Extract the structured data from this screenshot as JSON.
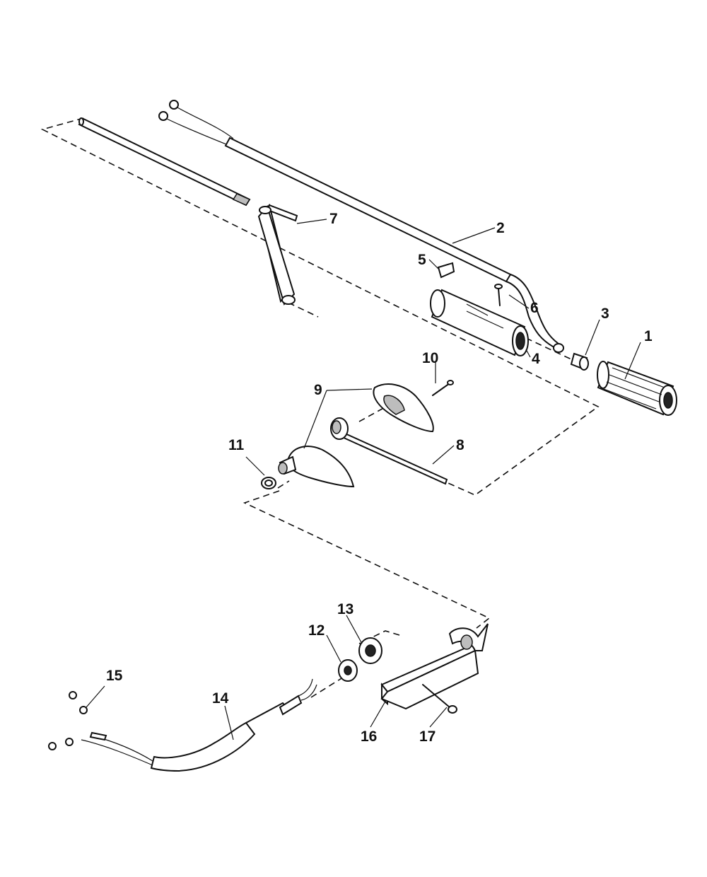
{
  "diagram": {
    "callouts": [
      {
        "id": "1",
        "text": "1"
      },
      {
        "id": "2",
        "text": "2"
      },
      {
        "id": "3",
        "text": "3"
      },
      {
        "id": "4",
        "text": "4"
      },
      {
        "id": "5",
        "text": "5"
      },
      {
        "id": "6",
        "text": "6"
      },
      {
        "id": "7",
        "text": "7"
      },
      {
        "id": "8",
        "text": "8"
      },
      {
        "id": "9",
        "text": "9"
      },
      {
        "id": "10",
        "text": "10"
      },
      {
        "id": "11",
        "text": "11"
      },
      {
        "id": "12",
        "text": "12"
      },
      {
        "id": "13",
        "text": "13"
      },
      {
        "id": "14",
        "text": "14"
      },
      {
        "id": "15",
        "text": "15"
      },
      {
        "id": "16",
        "text": "16"
      },
      {
        "id": "17",
        "text": "17"
      }
    ]
  }
}
